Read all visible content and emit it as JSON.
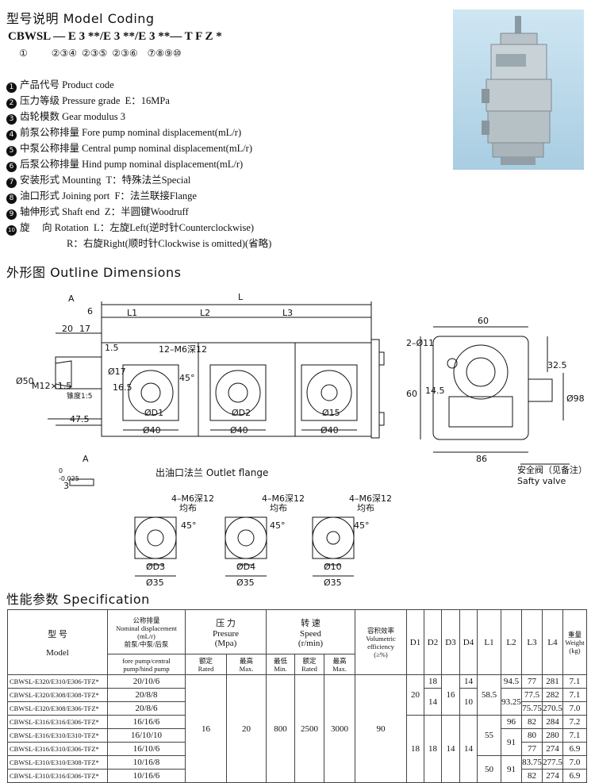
{
  "model_coding": {
    "heading": "型号说明  Model Coding",
    "code_line": "CBWSL — E 3 **/E 3 **/E 3 **— T F Z *",
    "index_line": "①          ②③④  ②③⑤  ②③⑥    ⑦⑧⑨⑩",
    "items": [
      {
        "n": "1",
        "text": "产品代号 Product code"
      },
      {
        "n": "2",
        "text": "压力等级 Pressure grade  E：16MPa"
      },
      {
        "n": "3",
        "text": "齿轮模数 Gear modulus 3"
      },
      {
        "n": "4",
        "text": "前泵公称排量 Fore pump nominal displacement(mL/r)"
      },
      {
        "n": "5",
        "text": "中泵公称排量 Central pump nominal displacement(mL/r)"
      },
      {
        "n": "6",
        "text": "后泵公称排量 Hind pump nominal displacement(mL/r)"
      },
      {
        "n": "7",
        "text": "安装形式 Mounting  T：特殊法兰Special"
      },
      {
        "n": "8",
        "text": "油口形式 Joining port  F：法兰联接Flange"
      },
      {
        "n": "9",
        "text": "轴伸形式 Shaft end  Z：半圆键Woodruff"
      },
      {
        "n": "10",
        "text": "旋     向 Rotation  L：左旋Left(逆时针Counterclockwise)"
      }
    ],
    "rotation_r": "R：右旋Right(顺时针Clockwise is omitted)(省略)"
  },
  "outline": {
    "heading": "外形图  Outline Dimensions",
    "labels": {
      "A": "A",
      "six": "6",
      "L": "L",
      "L1": "L1",
      "L2": "L2",
      "L3": "L3",
      "d20": "20",
      "d17": "17",
      "d1_5": "1.5",
      "m6": "12–M6深12",
      "deg45": "45°",
      "phi17": "Ø17",
      "d16_5": "16.5",
      "taper": "锥度1:5",
      "phi50": "Ø50",
      "m12": "M12×1.5",
      "d47_5": "47.5",
      "pd1": "ØD1",
      "pd2": "ØD2",
      "p15": "Ø15",
      "p40": "Ø40",
      "tol": "-0.025",
      "tol0": "0",
      "key3": "3",
      "flange_cap": "出油口法兰  Outlet flange",
      "d60": "60",
      "d2_11": "2–Ø11",
      "d32_5": "32.5",
      "d14_5": "14.5",
      "d60v": "60",
      "p98": "Ø98",
      "d86": "86",
      "valve_cn": "安全阀（见备注）",
      "valve_en": "Safty valve",
      "fl_m6": "4–M6深12",
      "fl_even": "均布",
      "pd3": "ØD3",
      "pd4": "ØD4",
      "p10": "Ø10",
      "p35": "Ø35"
    }
  },
  "spec": {
    "heading": "性能参数  Specification",
    "head": {
      "model_cn": "型   号",
      "model_en": "Model",
      "disp_cn": "公称排量",
      "disp_en": "Nominal displacement",
      "disp_unit": "(mL/r)",
      "disp_cn2": "前泵/中泵/后泵",
      "disp_en2": "fore pump/central pump/hind pump",
      "press_cn": "压    力",
      "press_en": "Presure",
      "press_unit": "(Mpa)",
      "rated_cn": "额定",
      "rated_en": "Rated",
      "max_cn": "最高",
      "max_en": "Max.",
      "speed_cn": "转  速",
      "speed_en": "Speed",
      "speed_unit": "(r/min)",
      "min_cn": "最低",
      "min_en": "Min.",
      "srated_cn": "额定",
      "srated_en": "Rated",
      "smax_cn": "最高",
      "smax_en": "Max.",
      "eff_cn": "容积效率",
      "eff_en": "Volumetric efficiency",
      "eff_unit": "(≥%)",
      "d1": "D1",
      "d2": "D2",
      "d3": "D3",
      "d4": "D4",
      "l1": "L1",
      "l2": "L2",
      "l3": "L3",
      "l4": "L4",
      "w_cn": "重量",
      "w_en": "Weight",
      "w_unit": "(kg)"
    },
    "rows": [
      {
        "model": "CBWSL-E320/E310/E306-TFZ*",
        "disp": "20/10/6",
        "l3": "77",
        "l4": "281",
        "w": "7.1"
      },
      {
        "model": "CBWSL-E320/E308/E308-TFZ*",
        "disp": "20/8/8",
        "l3": "77.5",
        "l4": "282",
        "w": "7.1"
      },
      {
        "model": "CBWSL-E320/E308/E306-TFZ*",
        "disp": "20/8/6",
        "l3": "75.75",
        "l4": "270.5",
        "w": "7.0"
      },
      {
        "model": "CBWSL-E316/E316/E306-TFZ*",
        "disp": "16/16/6",
        "l3": "82",
        "l4": "284",
        "w": "7.2"
      },
      {
        "model": "CBWSL-E316/E310/E310-TFZ*",
        "disp": "16/10/10",
        "l3": "80",
        "l4": "280",
        "w": "7.1"
      },
      {
        "model": "CBWSL-E316/E310/E306-TFZ*",
        "disp": "16/10/6",
        "l3": "77",
        "l4": "274",
        "w": "6.9"
      },
      {
        "model": "CBWSL-E310/E310/E308-TFZ*",
        "disp": "10/16/8",
        "l3": "83.75",
        "l4": "277.5",
        "w": "7.0"
      },
      {
        "model": "CBWSL-E310/E316/E306-TFZ*",
        "disp": "10/16/6",
        "l3": "82",
        "l4": "274",
        "w": "6.9"
      }
    ],
    "shared": {
      "rated": "16",
      "max": "20",
      "min": "800",
      "srated": "2500",
      "smax": "3000",
      "eff": "90",
      "d1a": "20",
      "d2a": "18",
      "d2b": "14",
      "d3a": "16",
      "d4a": "14",
      "d4b": "10",
      "l1a": "58.5",
      "l2a": "94.5",
      "l2b": "93.25",
      "d1b": "18",
      "d2c": "18",
      "d3b": "14",
      "d4c": "14",
      "l1b": "55",
      "l2c": "96",
      "l2d": "91",
      "l1c": "50",
      "l2e": "91"
    }
  }
}
